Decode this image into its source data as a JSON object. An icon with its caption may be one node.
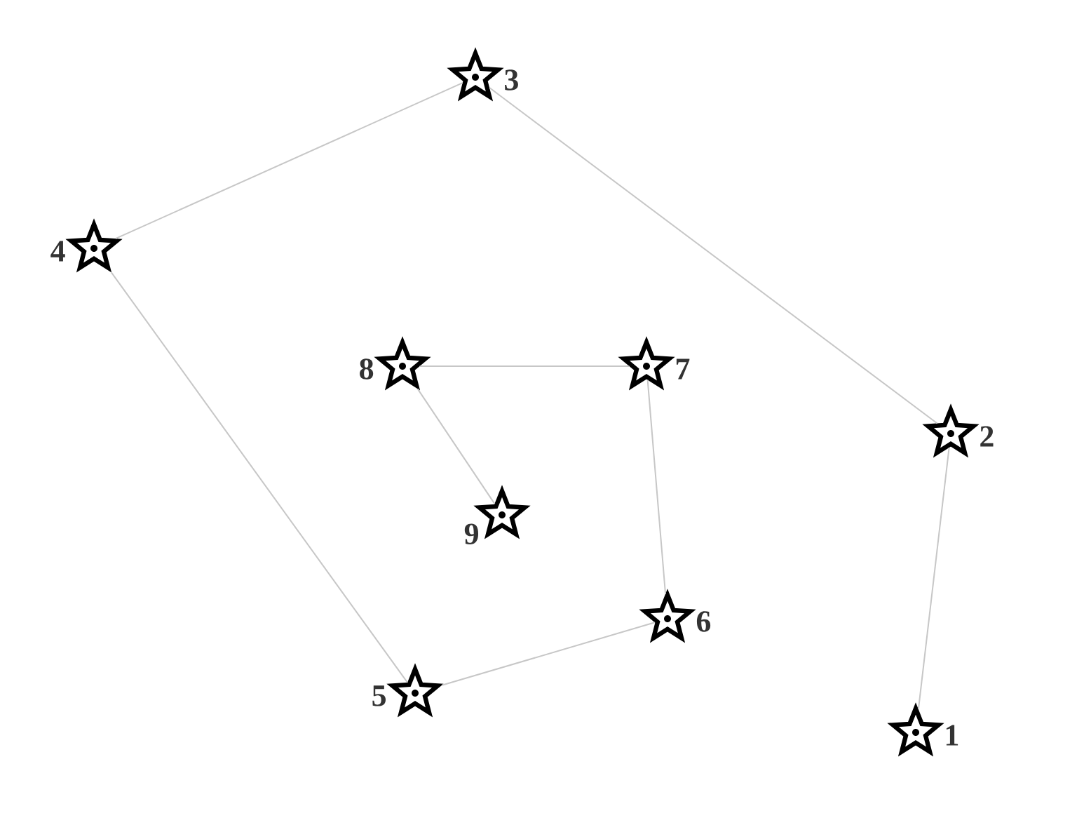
{
  "diagram": {
    "nodes": [
      {
        "text": [],
        "shape": "star",
        "beside": [
          "1"
        ]
      },
      {
        "text": [],
        "shape": "star",
        "beside": [
          "2"
        ]
      },
      {
        "text": [],
        "shape": "star",
        "beside": [
          "3"
        ]
      },
      {
        "text": [],
        "shape": "star",
        "beside": [
          "4"
        ]
      },
      {
        "text": [],
        "shape": "star",
        "beside": [
          "5"
        ]
      },
      {
        "text": [],
        "shape": "star",
        "beside": [
          "6"
        ]
      },
      {
        "text": [],
        "shape": "star",
        "beside": [
          "7"
        ]
      },
      {
        "text": [],
        "shape": "star",
        "beside": [
          "8"
        ]
      },
      {
        "text": [],
        "shape": "star",
        "beside": [
          "9"
        ]
      }
    ],
    "edges": [
      {
        "from": 0,
        "to": 1,
        "arrow": "none"
      },
      {
        "from": 1,
        "to": 2,
        "arrow": "none"
      },
      {
        "from": 2,
        "to": 3,
        "arrow": "none"
      },
      {
        "from": 3,
        "to": 4,
        "arrow": "none"
      },
      {
        "from": 4,
        "to": 5,
        "arrow": "none"
      },
      {
        "from": 5,
        "to": 6,
        "arrow": "none"
      },
      {
        "from": 6,
        "to": 7,
        "arrow": "none"
      },
      {
        "from": 7,
        "to": 8,
        "arrow": "none"
      }
    ]
  }
}
